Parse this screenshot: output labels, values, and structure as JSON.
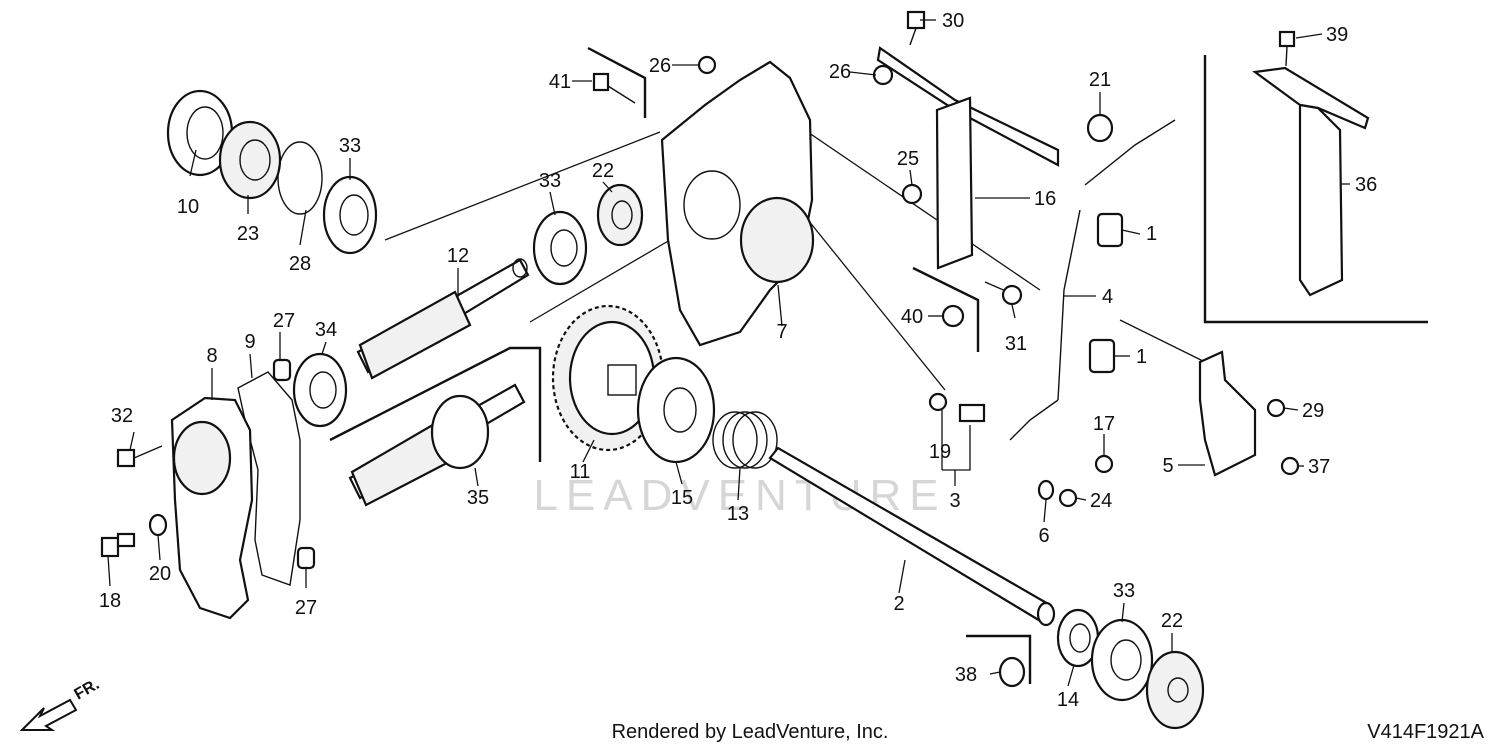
{
  "watermark": {
    "line1": "LEADVENTURE"
  },
  "footer": {
    "credit": "Rendered by LeadVenture, Inc.",
    "code": "V414F1921A",
    "direction": "FR."
  },
  "callouts": {
    "c1a": "1",
    "c1b": "1",
    "c2": "2",
    "c3": "3",
    "c4": "4",
    "c5": "5",
    "c6": "6",
    "c7": "7",
    "c8": "8",
    "c9": "9",
    "c10": "10",
    "c11": "11",
    "c12": "12",
    "c13": "13",
    "c14": "14",
    "c15": "15",
    "c16": "16",
    "c17": "17",
    "c18": "18",
    "c19": "19",
    "c20": "20",
    "c21": "21",
    "c22a": "22",
    "c22b": "22",
    "c23": "23",
    "c24": "24",
    "c25": "25",
    "c26a": "26",
    "c26b": "26",
    "c27a": "27",
    "c27b": "27",
    "c28": "28",
    "c29": "29",
    "c30": "30",
    "c31": "31",
    "c32": "32",
    "c33a": "33",
    "c33b": "33",
    "c33c": "33",
    "c34": "34",
    "c35": "35",
    "c36": "36",
    "c37": "37",
    "c38": "38",
    "c39": "39",
    "c40": "40",
    "c41": "41"
  }
}
